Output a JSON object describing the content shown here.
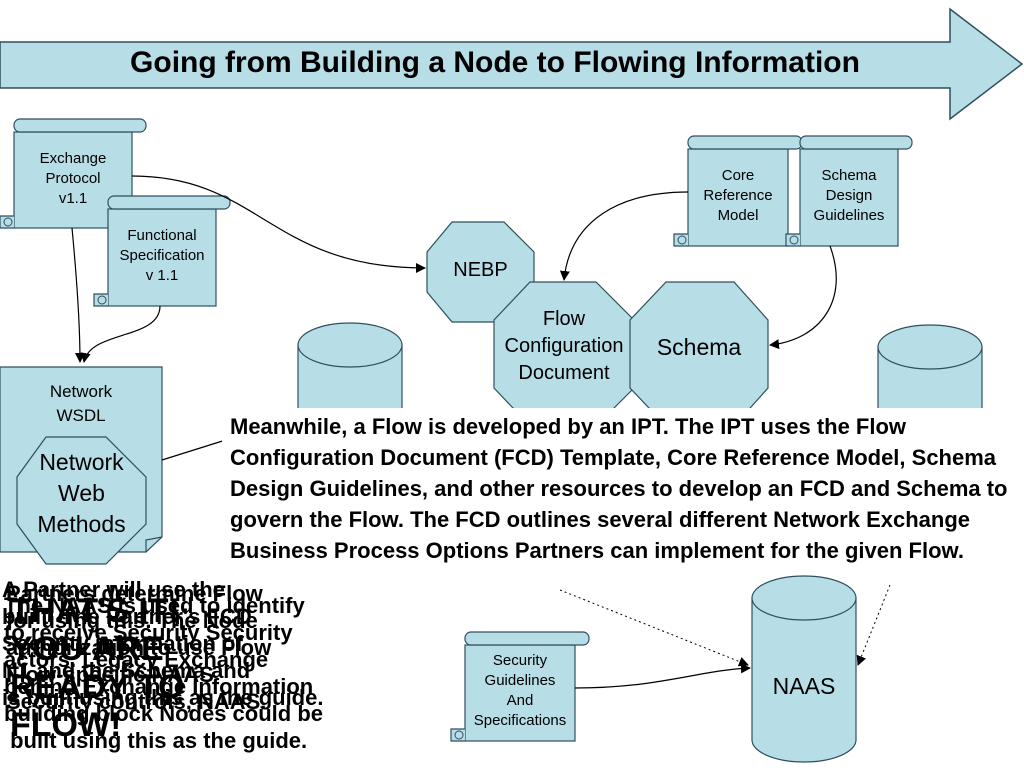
{
  "banner": {
    "title": "Going from Building a Node to Flowing Information"
  },
  "colors": {
    "fill": "#b7dde6",
    "stroke": "#2f4f5f",
    "text": "#000000",
    "background": "#ffffff"
  },
  "documents": {
    "exchange_protocol": "Exchange\nProtocol\nv1.1",
    "functional_spec": "Functional\nSpecification\nv 1.1",
    "core_reference_model": "Core\nReference\nModel",
    "schema_design_guidelines": "Schema\nDesign\nGuidelines",
    "security_guidelines": "Security\nGuidelines\nAnd\nSpecifications"
  },
  "shapes": {
    "nebp": "NEBP",
    "fcd": "Flow\nConfiguration\nDocument",
    "schema": "Schema",
    "naas": "NAAS",
    "network_wsdl": "Network\nWSDL",
    "network_web_methods": "Network\nWeb\nMethods"
  },
  "description": "Meanwhile, a Flow is developed by an IPT.  The IPT uses the Flow Configuration Document (FCD) Template, Core Reference Model, Schema Design Guidelines, and other resources to develop an FCD and Schema to govern the Flow.   The FCD outlines several different Network Exchange Business Process Options Partners can implement for the given Flow.",
  "overlapping_text": {
    "layer1": "A Partner will use the\nbuilt. The Partner's FCD\nSecurity information of\nN1 and the Schema and\nis built using this as the guide.",
    "layer2": "Partners determine Flow\nfor using this. The Node\nauthorization to use Flow\nFlow-specific NAAS\nSecurity controls, NAAS.",
    "layer3": "The NAAS is used to identify\nto receive Security Security\nactors. Legacy Exchange\nbehind Exchange Information\nbuilding block Nodes could be\n built using this as the guide.",
    "layer4": "THAT'S IT!\nYOU ARE\nREADY TO\nFLOW!"
  }
}
